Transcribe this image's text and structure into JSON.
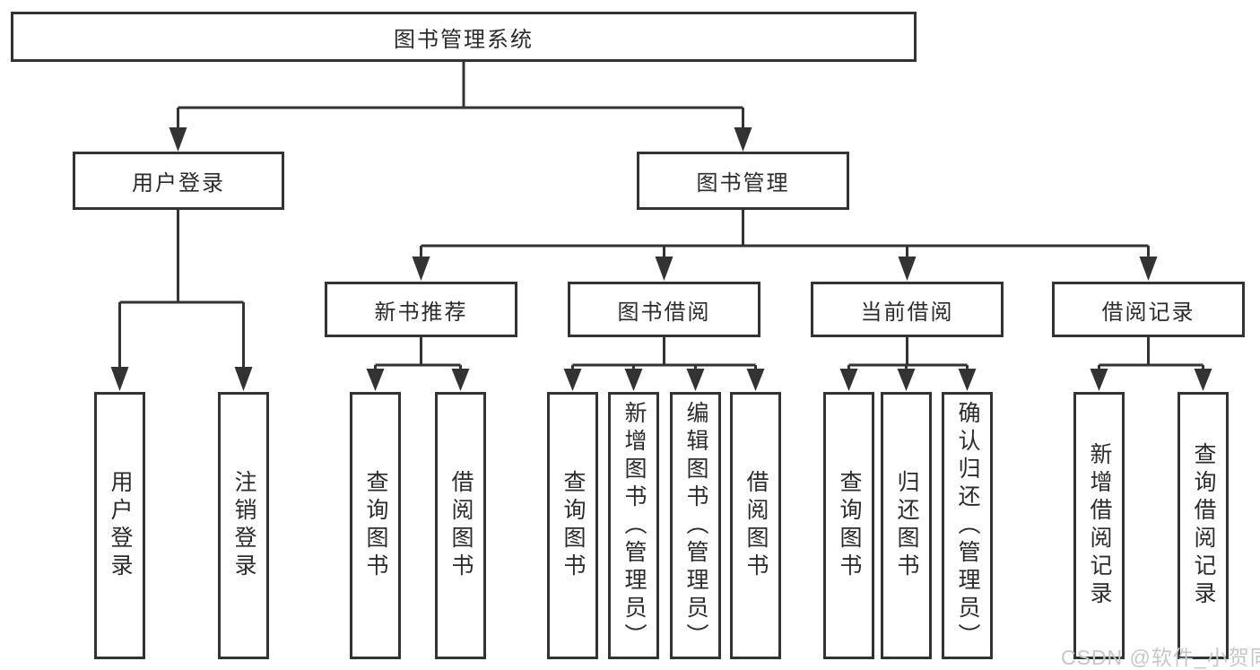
{
  "diagram": {
    "root": {
      "label": "图书管理系统"
    },
    "level2": [
      {
        "label": "用户登录"
      },
      {
        "label": "图书管理"
      }
    ],
    "level3": [
      {
        "label": "新书推荐"
      },
      {
        "label": "图书借阅"
      },
      {
        "label": "当前借阅"
      },
      {
        "label": "借阅记录"
      }
    ],
    "leaves": {
      "user_login": [
        "用户登录",
        "注销登录"
      ],
      "new_book_recommend": [
        "查询图书",
        "借阅图书"
      ],
      "book_borrow": [
        "查询图书",
        "新增图书（管理员）",
        "编辑图书（管理员）",
        "借阅图书"
      ],
      "current_borrow": [
        "查询图书",
        "归还图书",
        "确认归还（管理员）"
      ],
      "borrow_records": [
        "新增借阅记录",
        "查询借阅记录"
      ]
    }
  },
  "watermark": "CSDN @软件_小贺同学",
  "colors": {
    "line": "#333333",
    "text": "#2b2b2b",
    "box_fill": "#ffffff",
    "watermark": "#c5c7c9",
    "background": "#ffffff"
  }
}
